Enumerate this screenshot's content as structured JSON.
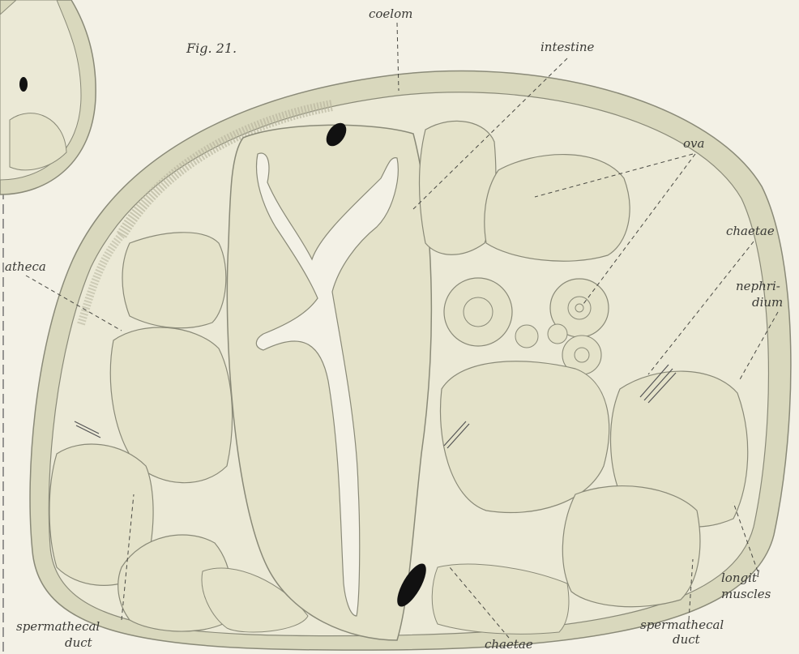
{
  "figure": {
    "fig_number": "Fig. 21.",
    "colors": {
      "background": "#f3f1e6",
      "tissue_fill": "#e4e2c9",
      "body_wall": "#d9d8bd",
      "outline": "#8a8a78",
      "nerve": "#111111"
    }
  },
  "labels": {
    "coelom": "coelom",
    "intestine": "intestine",
    "ova": "ova",
    "chaetae_top": "chaetae",
    "nephri": "nephri-",
    "dium": "dium",
    "atheca": "atheca",
    "spermathecal_left_1": "spermathecal",
    "spermathecal_left_2": "duct",
    "chaetae_bottom": "chaetae",
    "spermathecal_right_1": "spermathecal",
    "spermathecal_right_2": "duct",
    "longit_1": "longit",
    "longit_sup": "l",
    "longit_2": "muscles"
  }
}
